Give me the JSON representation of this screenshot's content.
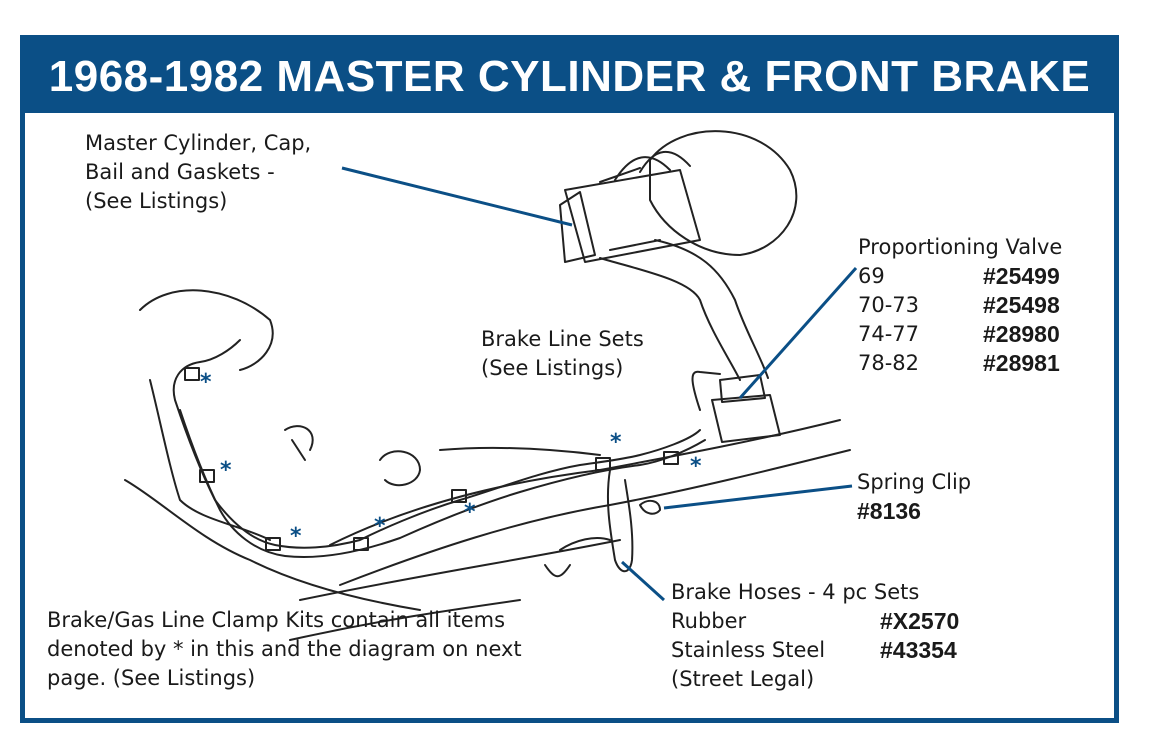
{
  "title": "1968-1982 MASTER CYLINDER & FRONT BRAKE LINES",
  "master_cylinder": {
    "lines": [
      "Master Cylinder, Cap,",
      "Bail and Gaskets -",
      "(See Listings)"
    ]
  },
  "proportioning_valve": {
    "heading": "Proportioning Valve",
    "items": [
      {
        "years": "69",
        "part": "#25499"
      },
      {
        "years": "70-73",
        "part": "#25498"
      },
      {
        "years": "74-77",
        "part": "#28980"
      },
      {
        "years": "78-82",
        "part": "#28981"
      }
    ]
  },
  "brake_line_sets": {
    "lines": [
      "Brake Line Sets",
      "(See Listings)"
    ]
  },
  "spring_clip": {
    "name": "Spring Clip",
    "part": "#8136"
  },
  "brake_hoses": {
    "heading": "Brake Hoses - 4 pc Sets",
    "items": [
      {
        "type": "Rubber",
        "part": "#X2570"
      },
      {
        "type": "Stainless Steel",
        "part": "#43354"
      }
    ],
    "note": "(Street Legal)"
  },
  "clamp_kits": {
    "lines": [
      "Brake/Gas Line Clamp Kits contain all items",
      "denoted by * in this and the diagram on next",
      "page.  (See Listings)"
    ]
  },
  "asterisk": "*",
  "colors": {
    "brand": "#0b4f86",
    "ink": "#1a1a1a"
  }
}
